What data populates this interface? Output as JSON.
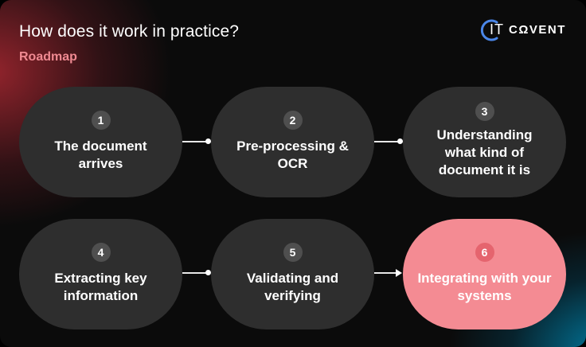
{
  "header": {
    "title": "How does it work in practice?",
    "subtitle": "Roadmap"
  },
  "logo": {
    "it_text": "IT",
    "word": "CΩVENT"
  },
  "steps": [
    {
      "number": "1",
      "label": "The document arrives"
    },
    {
      "number": "2",
      "label": "Pre-processing & OCR"
    },
    {
      "number": "3",
      "label": "Understanding what kind of document it is"
    },
    {
      "number": "4",
      "label": "Extracting key information"
    },
    {
      "number": "5",
      "label": "Validating and verifying"
    },
    {
      "number": "6",
      "label": "Integrating with your systems"
    }
  ],
  "colors": {
    "node": "#2e2e2e",
    "highlight_node": "#f48b93",
    "subtitle": "#f08a92",
    "logo_accent": "#4a86e8"
  }
}
